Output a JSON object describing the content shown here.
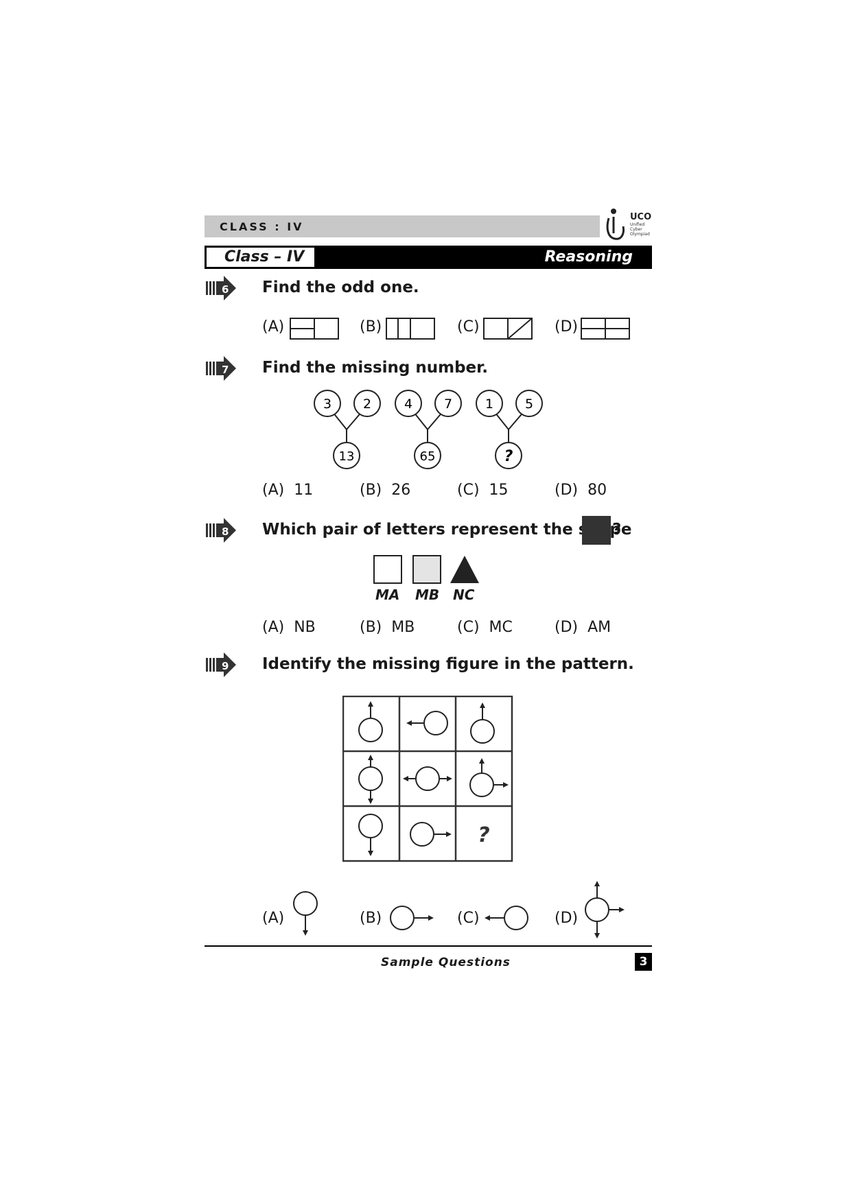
{
  "header": {
    "class_label": "CLASS : IV",
    "logo_text": [
      "UCO",
      "Unified",
      "Cyber",
      "Olympiad"
    ],
    "title_left": "Class – IV",
    "title_right": "Reasoning"
  },
  "questions": [
    {
      "number": "6",
      "text": "Find the odd one.",
      "options": [
        {
          "label": "(A)",
          "icon": "rect-with-left-horizontal-split"
        },
        {
          "label": "(B)",
          "icon": "rect-with-two-vertical-lines"
        },
        {
          "label": "(C)",
          "icon": "rect-with-vertical-and-diagonal"
        },
        {
          "label": "(D)",
          "icon": "rect-with-cross"
        }
      ]
    },
    {
      "number": "7",
      "text": "Find the missing number.",
      "trees": [
        {
          "top": [
            "3",
            "2"
          ],
          "bottom": "13"
        },
        {
          "top": [
            "4",
            "7"
          ],
          "bottom": "65"
        },
        {
          "top": [
            "1",
            "5"
          ],
          "bottom": "?"
        }
      ],
      "options": [
        {
          "label": "(A)",
          "value": "11"
        },
        {
          "label": "(B)",
          "value": "26"
        },
        {
          "label": "(C)",
          "value": "15"
        },
        {
          "label": "(D)",
          "value": "80"
        }
      ]
    },
    {
      "number": "8",
      "text": "Which pair of letters represent the shape",
      "text_end": "?",
      "shapes": [
        {
          "label": "MA",
          "icon": "empty-square"
        },
        {
          "label": "MB",
          "icon": "light-grey-square"
        },
        {
          "label": "NC",
          "icon": "filled-triangle"
        }
      ],
      "options": [
        {
          "label": "(A)",
          "value": "NB"
        },
        {
          "label": "(B)",
          "value": "MB"
        },
        {
          "label": "(C)",
          "value": "MC"
        },
        {
          "label": "(D)",
          "value": "AM"
        }
      ]
    },
    {
      "number": "9",
      "text": "Identify the missing figure in the pattern.",
      "grid_missing": "?",
      "options": [
        {
          "label": "(A)",
          "icon": "circle-arrow-down"
        },
        {
          "label": "(B)",
          "icon": "circle-arrow-right"
        },
        {
          "label": "(C)",
          "icon": "circle-arrow-left"
        },
        {
          "label": "(D)",
          "icon": "circle-arrows-up-down-right"
        }
      ]
    }
  ],
  "footer": {
    "text": "Sample Questions",
    "page": "3"
  },
  "colors": {
    "ink": "#1a1a1a",
    "band": "#c8c8c8",
    "light_square": "#e4e4e4",
    "dark_square": "#333333"
  }
}
